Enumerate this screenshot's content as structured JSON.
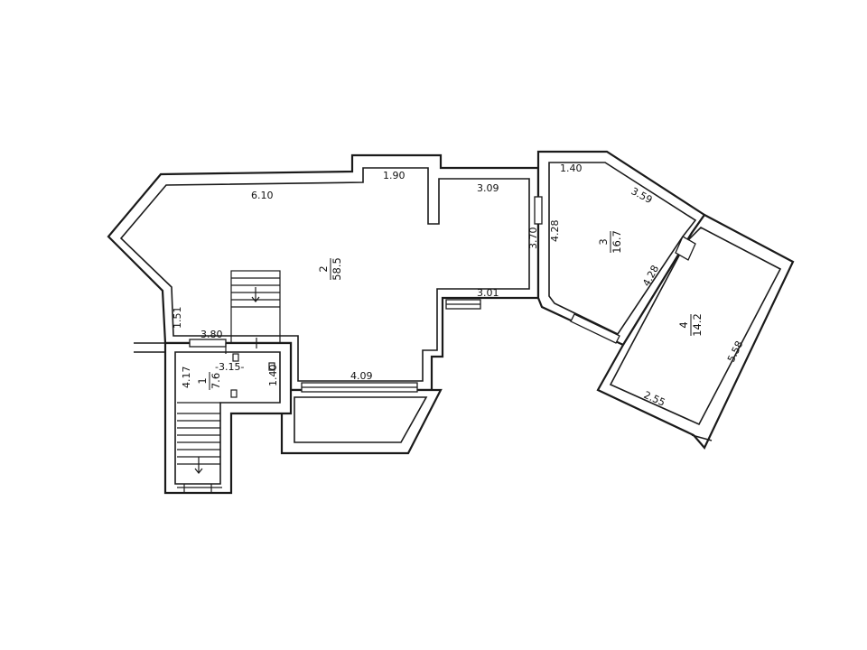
{
  "rooms": [
    {
      "number": "1",
      "area": "7.6"
    },
    {
      "number": "2",
      "area": "58.5"
    },
    {
      "number": "3",
      "area": "16.7"
    },
    {
      "number": "4",
      "area": "14.2"
    }
  ],
  "dimensions": {
    "d_610": "6.10",
    "d_190": "1.90",
    "d_309": "3.09",
    "d_140_top": "1.40",
    "d_359": "3.59",
    "d_428_a": "4.28",
    "d_370": "3.70",
    "d_428_b": "4.28",
    "d_301": "3.01",
    "d_151": "1.51",
    "d_380": "3.80",
    "d_315": "-3.15-",
    "d_417": "4.17",
    "d_140_b": "1.40",
    "d_409": "4.09",
    "d_558": "5.58",
    "d_255": "2.55"
  }
}
